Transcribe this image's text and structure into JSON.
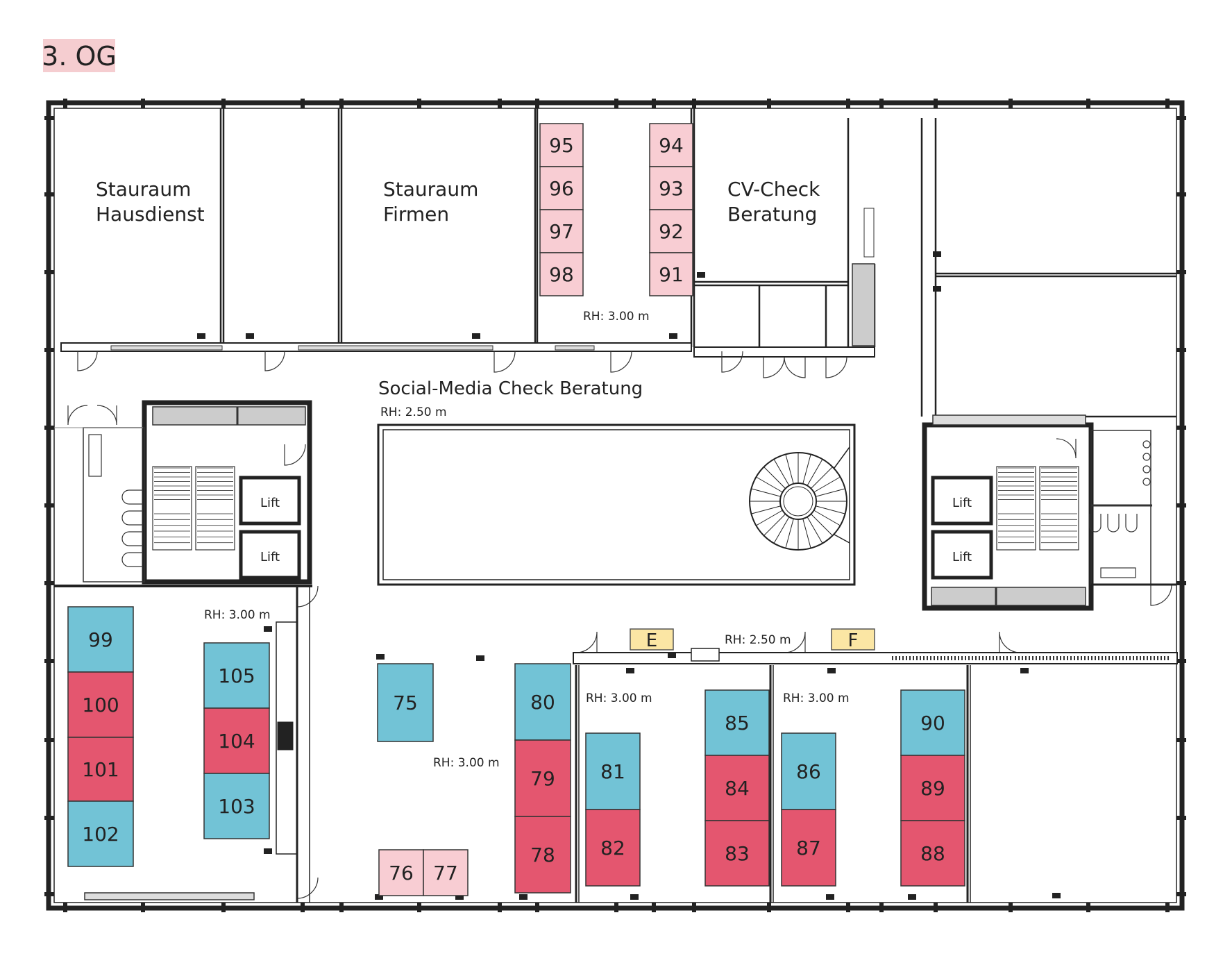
{
  "floor_label": "3. OG",
  "colors": {
    "floor_label_bg": "#f5cdd0",
    "booth_light_pink": "#f8cdd3",
    "booth_red": "#e4566f",
    "booth_blue": "#72c3d6",
    "marker_yellow": "#fbe6a4",
    "wall": "#222222",
    "wall_light": "#cfcfcf"
  },
  "room_labels": {
    "stauraum_hausdienst_1": "Stauraum",
    "stauraum_hausdienst_2": "Hausdienst",
    "stauraum_firmen_1": "Stauraum",
    "stauraum_firmen_2": "Firmen",
    "cv_check_1": "CV-Check",
    "cv_check_2": "Beratung",
    "social_media": "Social-Media Check Beratung",
    "lift": "Lift"
  },
  "room_heights": {
    "rh_top": "RH: 3.00 m",
    "rh_hall": "RH: 2.50 m",
    "rh_left_room": "RH: 3.00 m",
    "rh_center": "RH: 3.00 m",
    "rh_corridor": "RH: 2.50 m",
    "rh_room_81": "RH: 3.00 m",
    "rh_room_86": "RH: 3.00 m"
  },
  "markers": {
    "e": "E",
    "f": "F"
  },
  "booths": [
    {
      "id": "95",
      "color": "light_pink"
    },
    {
      "id": "96",
      "color": "light_pink"
    },
    {
      "id": "97",
      "color": "light_pink"
    },
    {
      "id": "98",
      "color": "light_pink"
    },
    {
      "id": "94",
      "color": "light_pink"
    },
    {
      "id": "93",
      "color": "light_pink"
    },
    {
      "id": "92",
      "color": "light_pink"
    },
    {
      "id": "91",
      "color": "light_pink"
    },
    {
      "id": "99",
      "color": "blue"
    },
    {
      "id": "100",
      "color": "red"
    },
    {
      "id": "101",
      "color": "red"
    },
    {
      "id": "102",
      "color": "blue"
    },
    {
      "id": "105",
      "color": "blue"
    },
    {
      "id": "104",
      "color": "red"
    },
    {
      "id": "103",
      "color": "blue"
    },
    {
      "id": "75",
      "color": "blue"
    },
    {
      "id": "76",
      "color": "light_pink"
    },
    {
      "id": "77",
      "color": "light_pink"
    },
    {
      "id": "80",
      "color": "blue"
    },
    {
      "id": "79",
      "color": "red"
    },
    {
      "id": "78",
      "color": "red"
    },
    {
      "id": "81",
      "color": "blue"
    },
    {
      "id": "82",
      "color": "red"
    },
    {
      "id": "85",
      "color": "blue"
    },
    {
      "id": "84",
      "color": "red"
    },
    {
      "id": "83",
      "color": "red"
    },
    {
      "id": "86",
      "color": "blue"
    },
    {
      "id": "87",
      "color": "red"
    },
    {
      "id": "90",
      "color": "blue"
    },
    {
      "id": "89",
      "color": "red"
    },
    {
      "id": "88",
      "color": "red"
    }
  ]
}
